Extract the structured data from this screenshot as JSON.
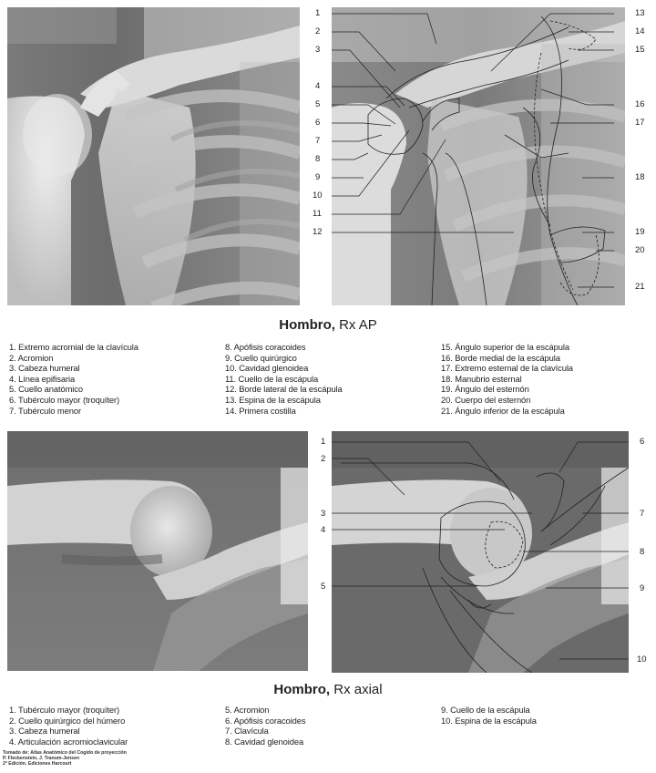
{
  "top": {
    "title_bold": "Hombro,",
    "title_rest": " Rx AP",
    "left_numbers": [
      "1",
      "2",
      "3",
      "4",
      "5",
      "6",
      "7",
      "8",
      "9",
      "10",
      "11",
      "12"
    ],
    "right_numbers": [
      "13",
      "14",
      "15",
      "16",
      "17",
      "18",
      "19",
      "20",
      "21"
    ],
    "legend": [
      [
        "1. Extremo acromial de la clavícula",
        "2. Acromion",
        "3. Cabeza humeral",
        "4. Línea epifisaria",
        "5. Cuello anatómico",
        "6. Tubérculo mayor (troquíter)",
        "7. Tubérculo menor"
      ],
      [
        "8. Apófisis coracoides",
        "9. Cuello quirúrgico",
        "10. Cavidad glenoidea",
        "11. Cuello de la escápula",
        "12. Borde lateral de la escápula",
        "13. Espina de la escápula",
        "14. Primera costilla"
      ],
      [
        "15. Ángulo superior de la escápula",
        "16. Borde medial de la escápula",
        "17. Extremo esternal de la clavícula",
        "18. Manubrio esternal",
        "19. Ángulo del esternón",
        "20. Cuerpo del esternón",
        "21. Ángulo inferior de la escápula"
      ]
    ]
  },
  "bottom": {
    "title_bold": "Hombro,",
    "title_rest": " Rx axial",
    "left_numbers": [
      "1",
      "2",
      "3",
      "4",
      "5"
    ],
    "right_numbers": [
      "6",
      "7",
      "8",
      "9",
      "10"
    ],
    "legend": [
      [
        "1. Tubérculo mayor (troquíter)",
        "2. Cuello quirúrgico del húmero",
        "3. Cabeza humeral",
        "4. Articulación acromioclavicular"
      ],
      [
        "5. Acromion",
        "6. Apófisis coracoides",
        "7. Clavícula",
        "8. Cavidad glenoidea"
      ],
      [
        "9. Cuello de la escápula",
        "10. Espina de la escápula"
      ]
    ]
  },
  "credit": [
    "Tomado de: Atlas Anatómico del Cogido de proyección ",
    "P. Fleckenstein, J. Tranum-Jensen",
    "2ª Edición. Ediciones Harcourt"
  ]
}
